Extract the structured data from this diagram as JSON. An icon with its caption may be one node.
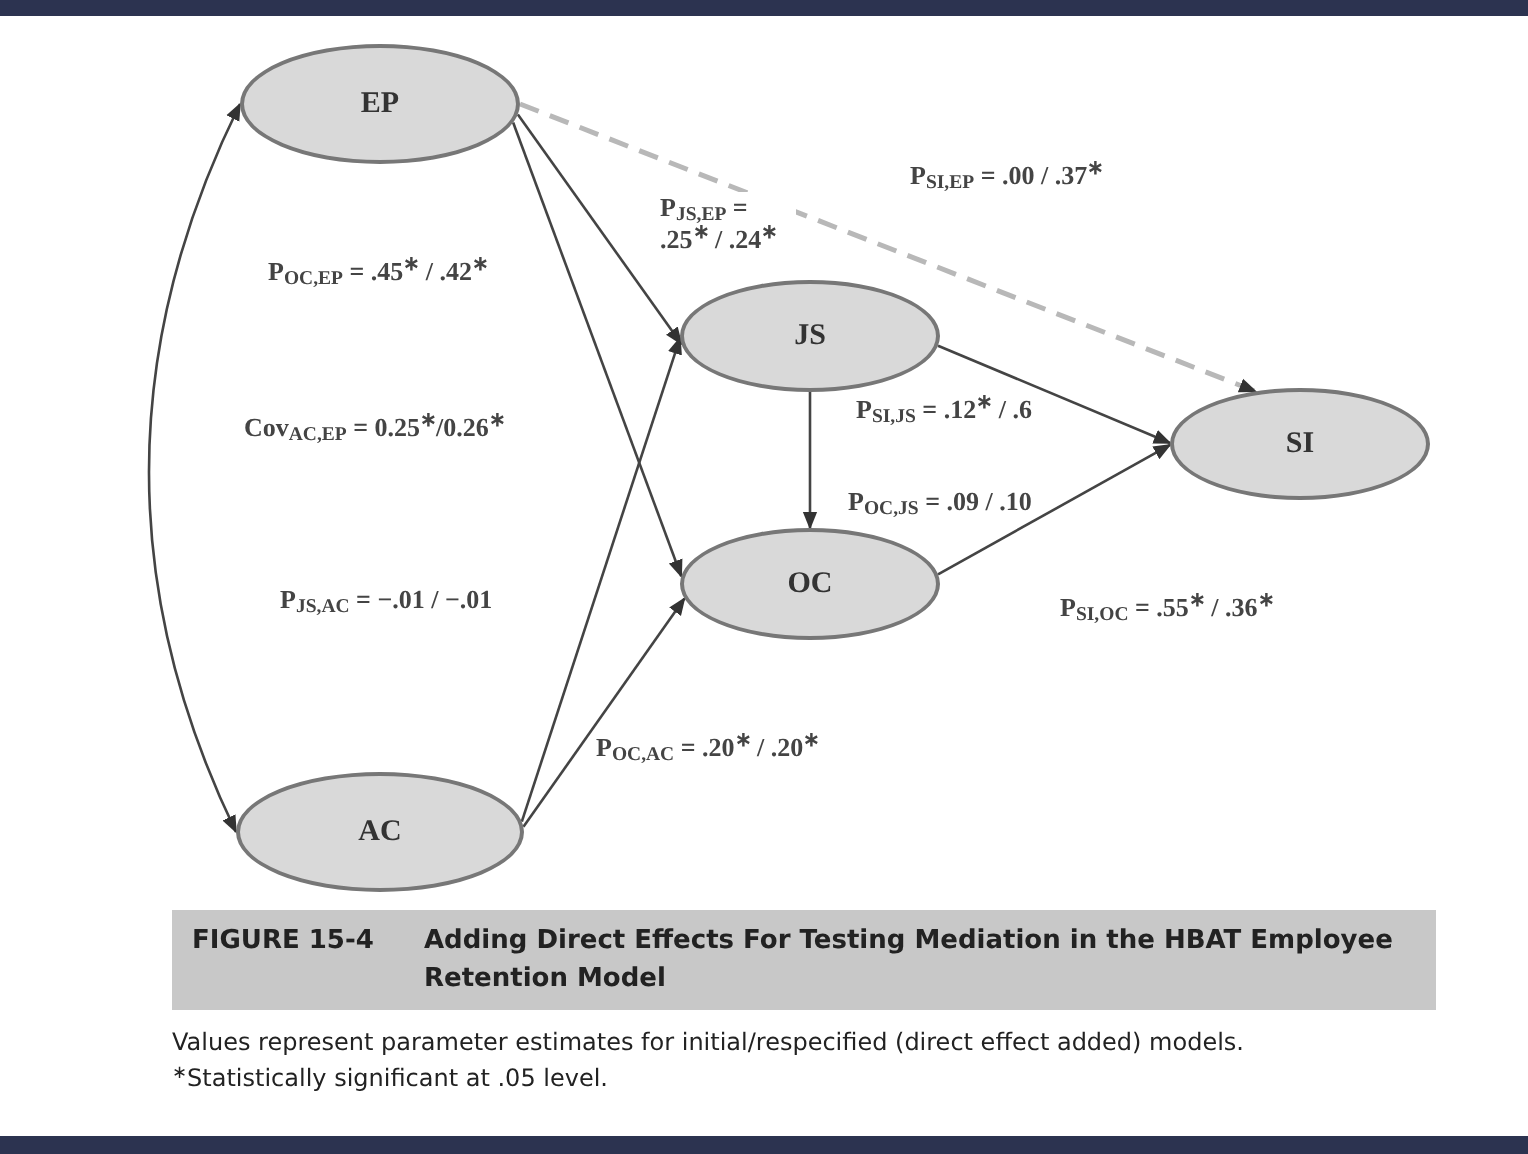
{
  "diagram": {
    "title": "Adding Direct Effects For Testing Mediation in the HBAT Employee Retention Model",
    "caption": "Values represent parameter estimates for initial/respecified (direct effect added) models.",
    "nodes": [
      {
        "text": [
          "EP"
        ]
      },
      {
        "text": [
          "JS"
        ]
      },
      {
        "text": [
          "OC"
        ]
      },
      {
        "text": [
          "SI"
        ]
      },
      {
        "text": [
          "AC"
        ]
      }
    ],
    "edges": [
      {
        "from": 0,
        "to": 1,
        "arrow": "to",
        "label": "P$_{JS,EP}$ = .25$^{∗}$ / .24$^{∗}$"
      },
      {
        "from": 0,
        "to": 2,
        "arrow": "to",
        "label": "P$_{OC,EP}$ = .45$^{∗}$ / .42$^{∗}$"
      },
      {
        "from": 0,
        "to": 3,
        "arrow": "to",
        "style": "dashed",
        "color": "#b8b8b8",
        "label": "P$_{SI,EP}$ = .00 / .37$^{∗}$"
      },
      {
        "from": 0,
        "to": 4,
        "arrow": "both",
        "label": "Cov$_{AC,EP}$ = 0.25$^{∗}$/0.26$^{∗}$"
      },
      {
        "from": 4,
        "to": 1,
        "arrow": "to",
        "label": "P$_{JS,AC}$ = −.01 / −.01"
      },
      {
        "from": 4,
        "to": 2,
        "arrow": "to",
        "label": "P$_{OC,AC}$ = .20$^{∗}$ / .20$^{∗}$"
      },
      {
        "from": 1,
        "to": 2,
        "arrow": "to",
        "label": "P$_{OC,JS}$ = .09 / .10"
      },
      {
        "from": 1,
        "to": 3,
        "arrow": "to",
        "label": "P$_{SI,JS}$ = .12$^{∗}$ / .6"
      },
      {
        "from": 2,
        "to": 3,
        "arrow": "to",
        "label": "P$_{SI,OC}$ = .55$^{∗}$ / .36$^{∗}$"
      }
    ],
    "labels": [
      "FIGURE 15-4",
      "$^{∗}$Statistically significant at .05 level."
    ]
  }
}
